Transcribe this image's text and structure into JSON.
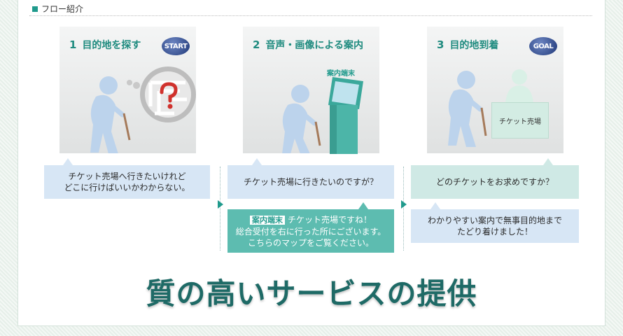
{
  "section": {
    "title": "フロー紹介"
  },
  "steps": [
    {
      "num": "1",
      "title": "目的地を探す",
      "badge": "START"
    },
    {
      "num": "2",
      "title": "音声・画像による案内",
      "kiosk_label": "案内端末"
    },
    {
      "num": "3",
      "title": "目的地到着",
      "badge": "GOAL",
      "counter_label": "チケット売場"
    }
  ],
  "bubbles": {
    "step1_user": [
      "チケット売場へ行きたいけれど",
      "どこに行けばいいかわからない。"
    ],
    "step2_user": "チケット売場に行きたいのですが？",
    "step2_kiosk_tag": "案内端末",
    "step2_kiosk": [
      "チケット売場ですね！",
      "総合受付を右に行った所にございます。",
      "こちらのマップをご覧ください。"
    ],
    "step3_staff": "どのチケットをお求めですか？",
    "step3_user": [
      "わかりやすい案内で無事目的地まで",
      "たどり着けました！"
    ]
  },
  "headline": "質の高いサービスの提供",
  "colors": {
    "accent": "#1f9a8c",
    "title": "#1e6a66",
    "badge": "#2a4a9a",
    "bubble_blue": "#d7e6f5",
    "bubble_mint": "#cfe9e5",
    "bubble_teal": "#5dbcb0"
  },
  "icons": [
    "elderly-person-icon",
    "maze-question-icon",
    "kiosk-icon",
    "ticket-counter-icon"
  ]
}
